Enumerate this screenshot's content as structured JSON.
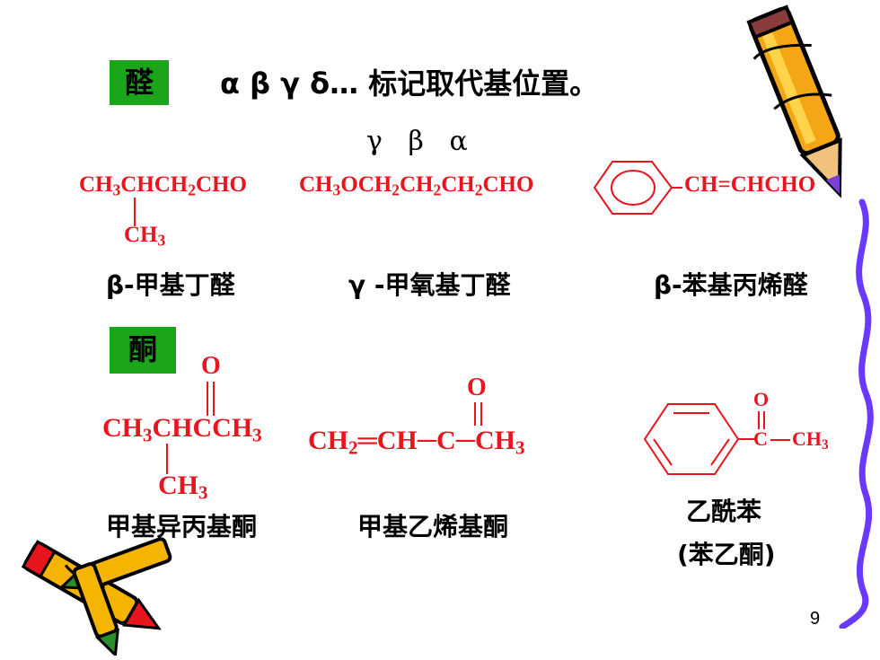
{
  "aldehyde": {
    "tag": "醛",
    "heading": "α β γ δ… 标记取代基位置。",
    "greek_positions": "γ   β   α",
    "c1": {
      "main": [
        "CH",
        "3",
        "CHCH",
        "2",
        "CHO"
      ],
      "branch": [
        "CH",
        "3"
      ],
      "name": "β-甲基丁醛"
    },
    "c2": {
      "main": [
        "CH",
        "3",
        "OCH",
        "2",
        "CH",
        "2",
        "CH",
        "2",
        "CHO"
      ],
      "name": "γ -甲氧基丁醛"
    },
    "c3": {
      "chain": "CH=CHCHO",
      "name": "β-苯基丙烯醛"
    }
  },
  "ketone": {
    "tag": "酮",
    "k1": {
      "o": "O",
      "main": [
        "CH",
        "3",
        "CHCCH",
        "3"
      ],
      "branch": [
        "CH",
        "3"
      ],
      "name": "甲基异丙基酮"
    },
    "k2": {
      "o": "O",
      "p1": [
        "CH",
        "2"
      ],
      "eq": "═",
      "p2": "CH─",
      "c": "C",
      "p3": "─CH",
      "p3sub": "3",
      "name": "甲基乙烯基酮"
    },
    "k3": {
      "o": "O",
      "c": "C",
      "ch3": [
        "CH",
        "3"
      ],
      "name": "乙酰苯",
      "alt_name": "(苯乙酮)"
    }
  },
  "page_number": "9",
  "colors": {
    "accent_green": "#1aa51a",
    "formula_red": "#e8141e"
  },
  "decorations": [
    "pencil-icon",
    "crayon-icon",
    "squiggle-line"
  ]
}
